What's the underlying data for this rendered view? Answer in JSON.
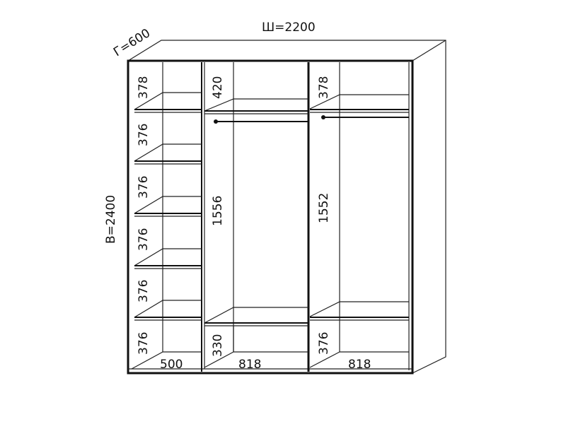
{
  "dimensions": {
    "width": "Ш=2200",
    "depth": "Г=600",
    "height": "В=2400"
  },
  "left_section": {
    "shelf_heights": [
      "378",
      "376",
      "376",
      "376",
      "376",
      "376"
    ],
    "width": "500"
  },
  "middle_section": {
    "top": "420",
    "hanging": "1556",
    "bottom": "330",
    "width": "818"
  },
  "right_section": {
    "top": "378",
    "hanging": "1552",
    "bottom": "376",
    "width": "818"
  }
}
